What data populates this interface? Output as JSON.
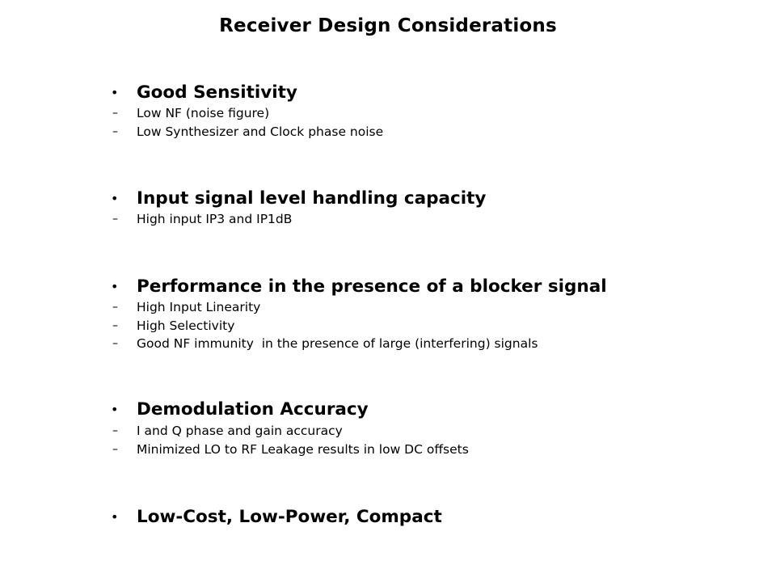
{
  "slide": {
    "title": "Receiver Design Considerations",
    "bullet_marker": "•",
    "dash_marker": "–",
    "sections": [
      {
        "heading": "Good Sensitivity",
        "items": [
          "Low NF (noise figure)",
          "Low Synthesizer and Clock phase noise"
        ]
      },
      {
        "heading": "Input signal level handling capacity",
        "items": [
          "High input IP3 and IP1dB"
        ]
      },
      {
        "heading": "Performance in the presence of a blocker signal",
        "items": [
          "High Input Linearity",
          "High Selectivity",
          "Good NF immunity  in the presence of large (interfering) signals"
        ]
      },
      {
        "heading": "Demodulation Accuracy",
        "items": [
          "I and Q phase and gain accuracy",
          "Minimized LO to RF Leakage results in low DC offsets"
        ]
      },
      {
        "heading": "Low-Cost, Low-Power, Compact",
        "items": []
      }
    ]
  }
}
